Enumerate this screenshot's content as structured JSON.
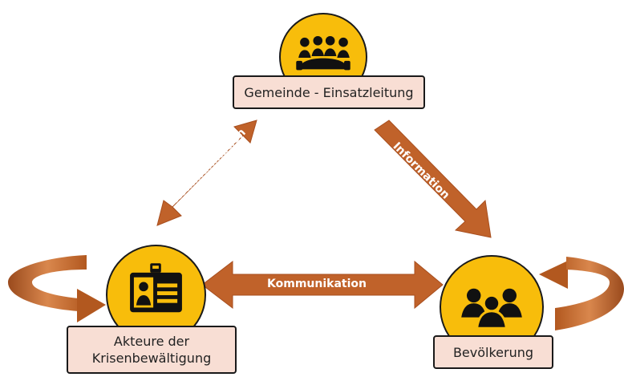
{
  "colors": {
    "circle_fill": "#f8bd0b",
    "box_fill": "#f8ded4",
    "arrow": "#c0622a",
    "outline": "#1a1a1a"
  },
  "nodes": {
    "top": {
      "label": "Gemeinde - Einsatzleitung",
      "icon": "meeting-table-icon"
    },
    "left": {
      "label_line1": "Akteure der",
      "label_line2": "Krisenbewältigung",
      "icon": "id-badge-icon"
    },
    "right": {
      "label": "Bevölkerung",
      "icon": "group-of-people-icon"
    }
  },
  "edges": {
    "top_left": {
      "label": "Kommunikation",
      "direction": "bidirectional"
    },
    "top_right": {
      "label": "Information",
      "direction": "top-to-right"
    },
    "left_right": {
      "label": "Kommunikation",
      "direction": "bidirectional"
    },
    "left_loop": {
      "label": "",
      "direction": "self-loop"
    },
    "right_loop": {
      "label": "",
      "direction": "self-loop"
    }
  }
}
